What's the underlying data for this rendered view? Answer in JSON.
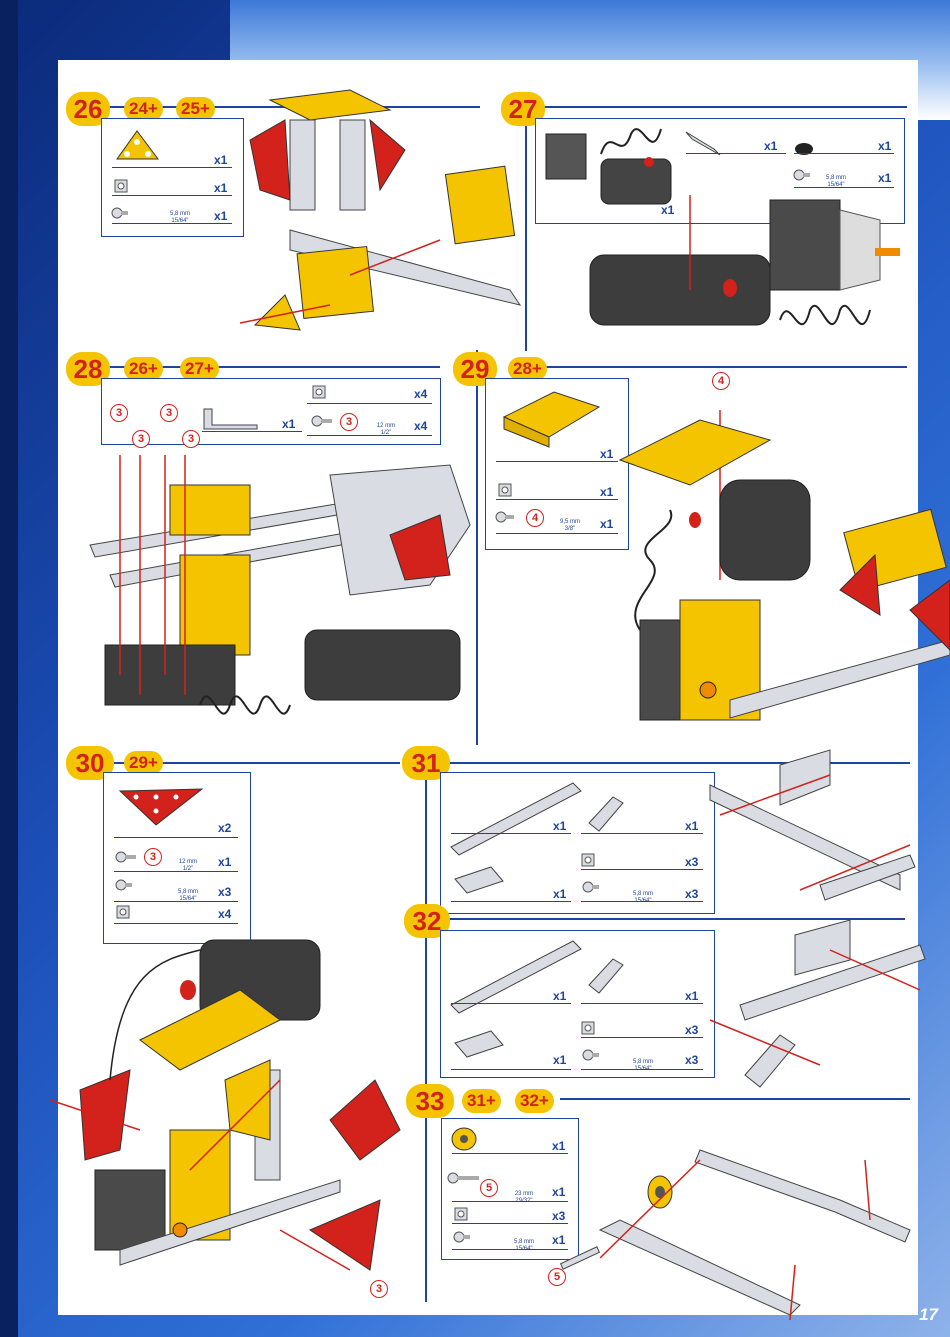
{
  "page_number": "17",
  "steps": {
    "s26": {
      "num": "26",
      "refs": [
        "24+",
        "25+"
      ],
      "parts": [
        {
          "qty": "x1"
        },
        {
          "qty": "x1"
        },
        {
          "qty": "x1",
          "dim": "5,8 mm",
          "dim_in": "15/64\""
        }
      ]
    },
    "s27": {
      "num": "27",
      "parts": [
        {
          "qty": "x1"
        },
        {
          "qty": "x1"
        },
        {
          "qty": "x1",
          "dim": "5,8 mm",
          "dim_in": "15/64\""
        },
        {
          "qty": "x1"
        }
      ]
    },
    "s28": {
      "num": "28",
      "refs": [
        "26+",
        "27+"
      ],
      "parts": [
        {
          "qty": "x4"
        },
        {
          "qty": "x1"
        },
        {
          "qty": "x4",
          "dim": "12 mm",
          "dim_in": "1/2\"",
          "circle": "3"
        }
      ],
      "callouts": [
        "3",
        "3",
        "3",
        "3"
      ]
    },
    "s29": {
      "num": "29",
      "refs": [
        "28+"
      ],
      "parts": [
        {
          "qty": "x1"
        },
        {
          "qty": "x1"
        },
        {
          "qty": "x1",
          "dim": "9,5 mm",
          "dim_in": "3/8\"",
          "circle": "4"
        }
      ],
      "callouts": [
        "4"
      ]
    },
    "s30": {
      "num": "30",
      "refs": [
        "29+"
      ],
      "parts": [
        {
          "qty": "x2"
        },
        {
          "qty": "x1",
          "dim": "12 mm",
          "dim_in": "1/2\"",
          "circle": "3"
        },
        {
          "qty": "x3",
          "dim": "5,8 mm",
          "dim_in": "15/64\""
        },
        {
          "qty": "x4"
        }
      ],
      "callouts": [
        "3"
      ]
    },
    "s31": {
      "num": "31",
      "parts": [
        {
          "qty": "x1"
        },
        {
          "qty": "x1"
        },
        {
          "qty": "x3"
        },
        {
          "qty": "x1"
        },
        {
          "qty": "x3",
          "dim": "5,8 mm",
          "dim_in": "15/64\""
        }
      ]
    },
    "s32": {
      "num": "32",
      "parts": [
        {
          "qty": "x1"
        },
        {
          "qty": "x1"
        },
        {
          "qty": "x3"
        },
        {
          "qty": "x1"
        },
        {
          "qty": "x3",
          "dim": "5,8 mm",
          "dim_in": "15/64\""
        }
      ]
    },
    "s33": {
      "num": "33",
      "refs": [
        "31+",
        "32+"
      ],
      "parts": [
        {
          "qty": "x1"
        },
        {
          "qty": "x1",
          "dim": "23 mm",
          "dim_in": "29/32\"",
          "circle": "5"
        },
        {
          "qty": "x3"
        },
        {
          "qty": "x1",
          "dim": "5,8 mm",
          "dim_in": "15/64\""
        }
      ],
      "callouts": [
        "5"
      ]
    }
  },
  "colors": {
    "yellow": "#f4c400",
    "red": "#d3211c",
    "blue": "#1f44a0",
    "metal": "#d9dde3"
  }
}
